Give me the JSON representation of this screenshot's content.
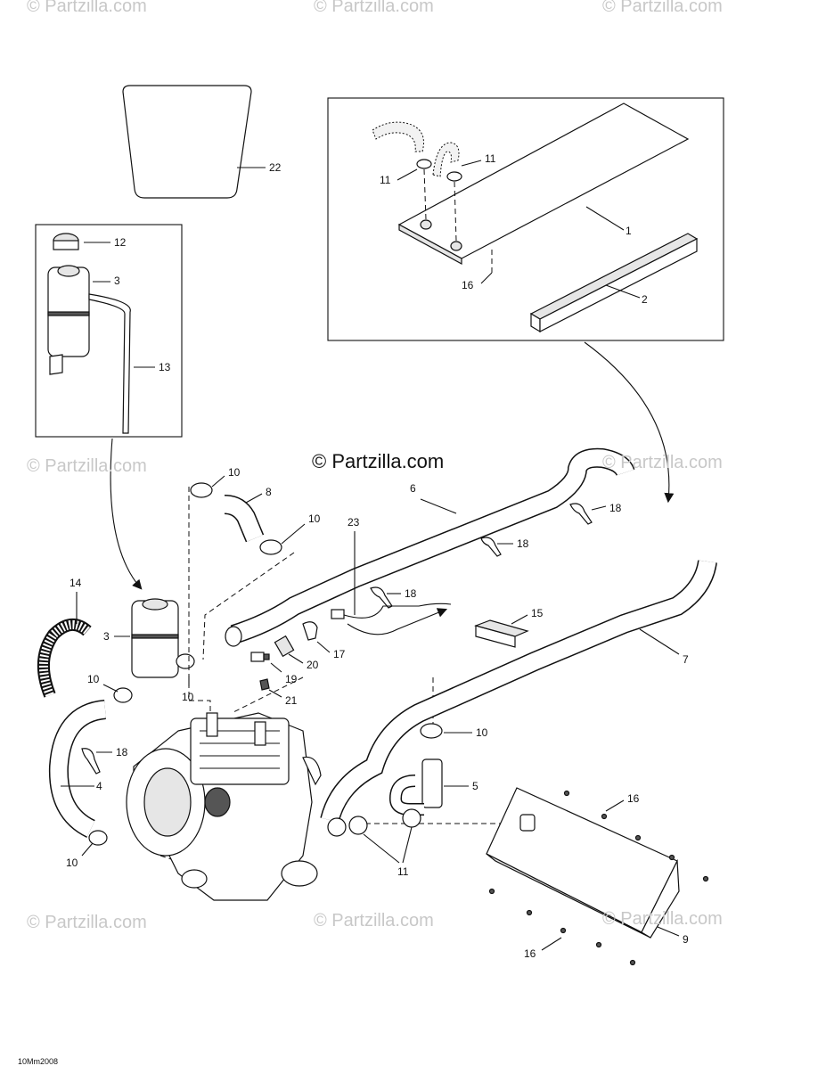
{
  "watermark": "© Partzilla.com",
  "brand_text": "© Partzilla.com",
  "diagram_code": "10Mm2008",
  "callouts": {
    "c1": "1",
    "c2": "2",
    "c3a": "3",
    "c3b": "3",
    "c4": "4",
    "c5": "5",
    "c6": "6",
    "c7": "7",
    "c8": "8",
    "c9": "9",
    "c10a": "10",
    "c10b": "10",
    "c10c": "10",
    "c10d": "10",
    "c10e": "10",
    "c10f": "10",
    "c11a": "11",
    "c11b": "11",
    "c11c": "11",
    "c12": "12",
    "c13": "13",
    "c14": "14",
    "c15": "15",
    "c16a": "16",
    "c16b": "16",
    "c16c": "16",
    "c17": "17",
    "c18a": "18",
    "c18b": "18",
    "c18c": "18",
    "c18d": "18",
    "c19": "19",
    "c20": "20",
    "c21": "21",
    "c22": "22",
    "c23": "23"
  }
}
